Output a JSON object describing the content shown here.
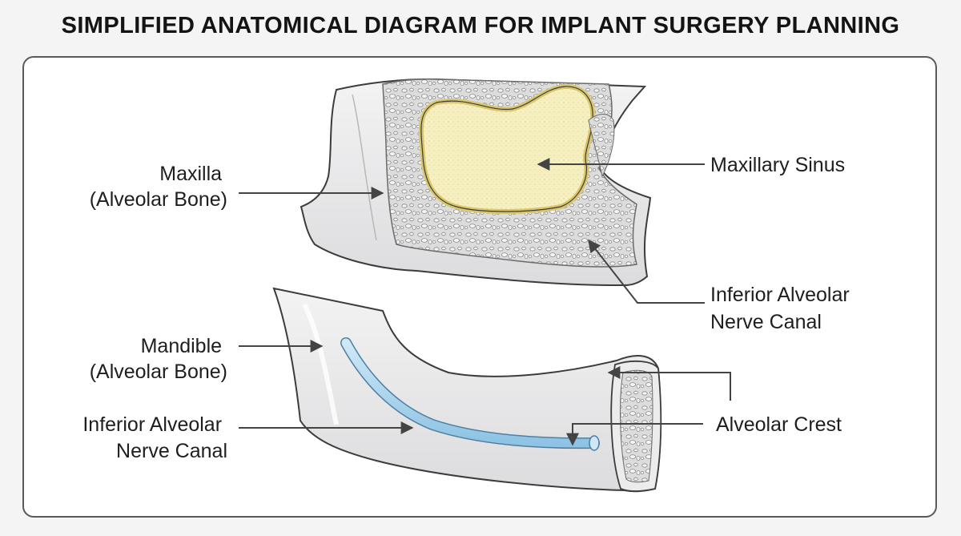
{
  "title": "SIMPLIFIED ANATOMICAL DIAGRAM FOR IMPLANT SURGERY PLANNING",
  "labels": {
    "maxilla": [
      "Maxilla",
      "(Alveolar Bone)"
    ],
    "maxillary_sinus": [
      "Maxillary Sinus"
    ],
    "inferior_alveolar_upper": [
      "Inferior Alveolar",
      "Nerve Canal"
    ],
    "mandible": [
      "Mandible",
      "(Alveolar Bone)"
    ],
    "inferior_alveolar_lower": [
      "Inferior Alveolar",
      "Nerve Canal"
    ],
    "alveolar_crest": [
      "Alveolar Crest"
    ]
  },
  "colors": {
    "outline": "#3c3c3c",
    "bone_surface": "#e9e9eb",
    "cancellous_bone": "#d3d3d3",
    "sinus_fill": "#f6efc0",
    "sinus_border": "#d9c66a",
    "nerve_canal": "#a9d3ec",
    "leader_line": "#444444"
  }
}
